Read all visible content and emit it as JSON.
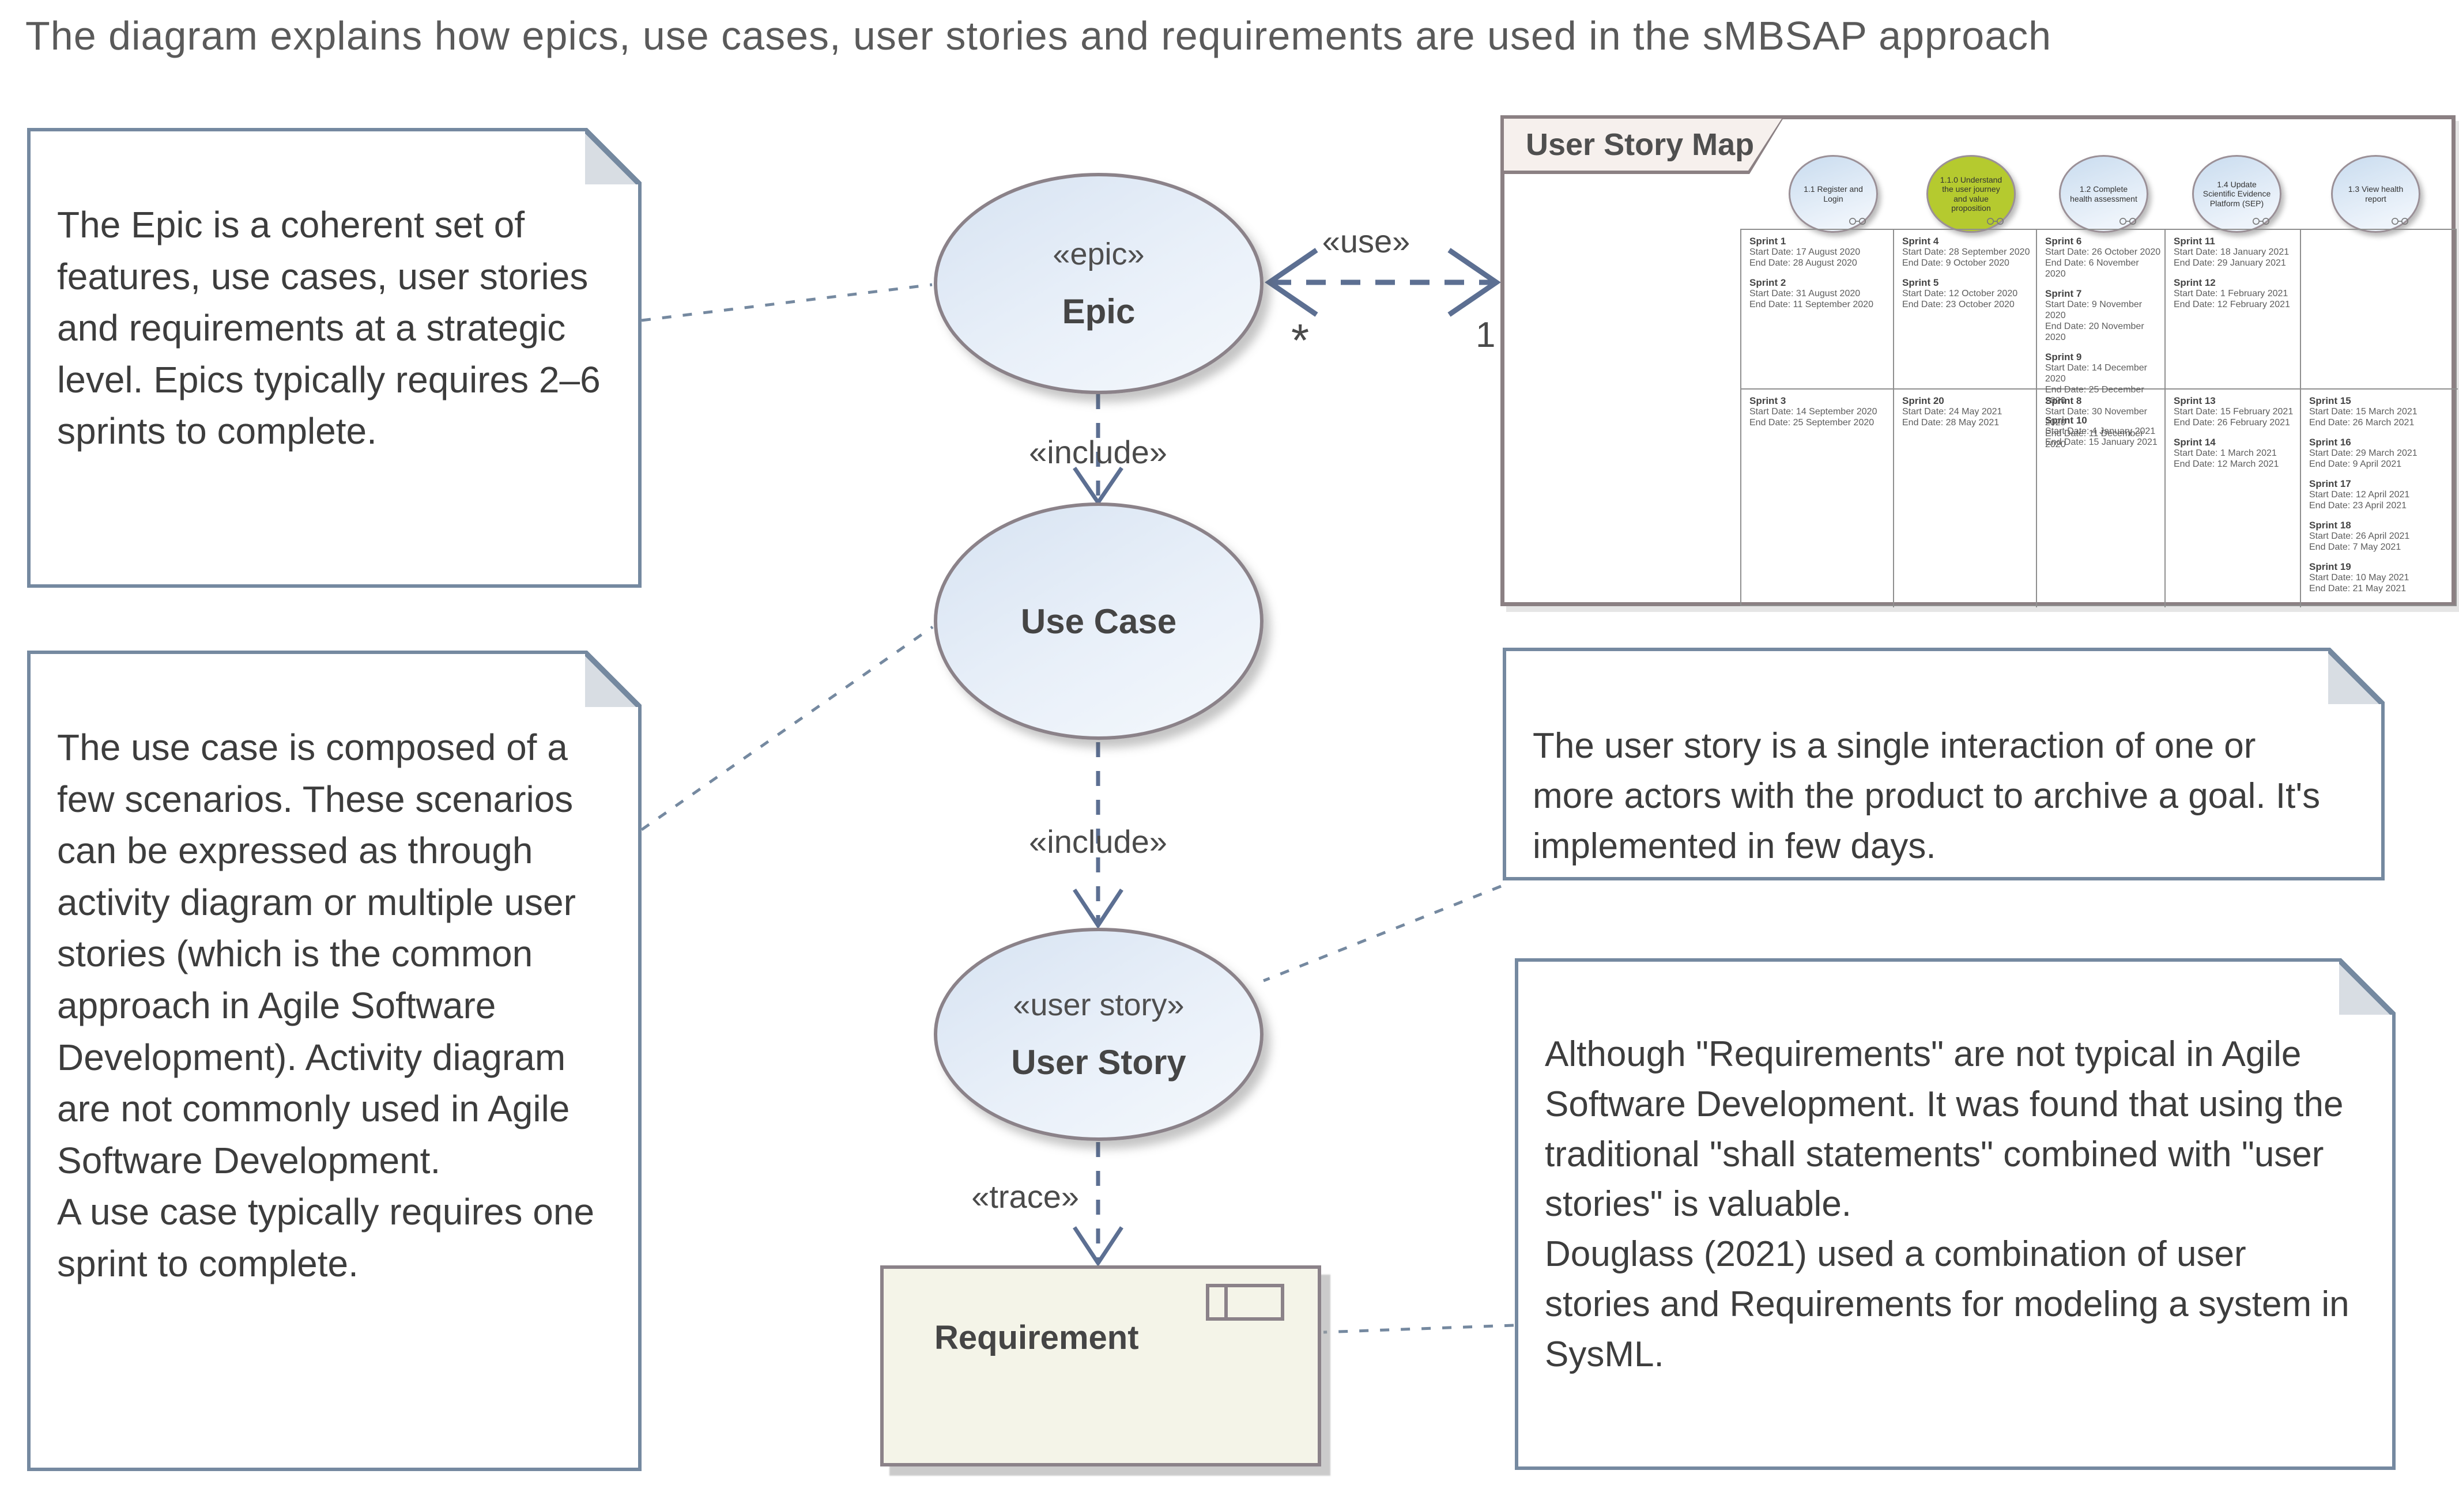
{
  "title": "The diagram explains how epics, use cases, user stories and requirements are used in the sMBSAP approach",
  "notes": {
    "epic": {
      "text": "The Epic is a coherent set of features, use cases, user stories and requirements at a strategic level. Epics typically requires 2–6 sprints to complete."
    },
    "use_case": {
      "text": "The use case is composed of a few scenarios. These scenarios can be expressed as through activity diagram or multiple user stories (which is the common approach in Agile Software Development). Activity diagram are not commonly used in Agile Software Development.\nA use case typically requires one sprint to complete."
    },
    "user_story": {
      "text": "The user story is a single interaction of one or more actors with the product to archive a goal. It's implemented in few days."
    },
    "requirement": {
      "text": "Although \"Requirements\" are not typical in Agile Software Development. It was found that using the traditional \"shall statements\" combined with \"user stories\" is valuable.\nDouglass (2021) used a combination of user stories and Requirements for modeling a system in SysML."
    }
  },
  "nodes": {
    "epic": {
      "stereotype": "«epic»",
      "name": "Epic"
    },
    "use_case": {
      "name": "Use Case"
    },
    "user_story": {
      "stereotype": "«user story»",
      "name": "User Story"
    },
    "requirement": {
      "name": "Requirement"
    }
  },
  "connectors": {
    "use": {
      "label": "«use»",
      "source_multiplicity": "*",
      "target_multiplicity": "1"
    },
    "include1": {
      "label": "«include»"
    },
    "include2": {
      "label": "«include»"
    },
    "trace": {
      "label": "«trace»"
    }
  },
  "user_story_map": {
    "title": "User Story Map",
    "stories": [
      {
        "label": "1.1 Register and Login",
        "color": "blue"
      },
      {
        "label": "1.1.0 Understand the user journey and value proposition",
        "color": "green"
      },
      {
        "label": "1.2 Complete health assessment",
        "color": "blue"
      },
      {
        "label": "1.4 Update Scientific Evidence Platform (SEP)",
        "color": "blue"
      },
      {
        "label": "1.3 View health report",
        "color": "blue"
      }
    ],
    "columns": [
      {
        "top": [
          {
            "name": "Sprint 1",
            "start": "Start Date: 17 August 2020",
            "end": "End Date: 28 August 2020"
          },
          {
            "name": "Sprint 2",
            "start": "Start Date: 31 August 2020",
            "end": "End Date: 11 September 2020"
          }
        ],
        "bottom": [
          {
            "name": "Sprint 3",
            "start": "Start Date: 14 September 2020",
            "end": "End Date: 25 September 2020"
          }
        ]
      },
      {
        "top": [
          {
            "name": "Sprint 4",
            "start": "Start Date: 28 September 2020",
            "end": "End Date: 9 October 2020"
          },
          {
            "name": "Sprint 5",
            "start": "Start Date: 12 October 2020",
            "end": "End Date: 23 October 2020"
          }
        ],
        "bottom": [
          {
            "name": "Sprint 20",
            "start": "Start Date: 24 May 2021",
            "end": "End Date: 28 May 2021"
          }
        ]
      },
      {
        "top": [
          {
            "name": "Sprint 6",
            "start": "Start Date: 26 October 2020",
            "end": "End Date: 6 November 2020"
          },
          {
            "name": "Sprint 7",
            "start": "Start Date: 9 November 2020",
            "end": "End Date: 20 November 2020"
          },
          {
            "name": "Sprint 9",
            "start": "Start Date: 14 December 2020",
            "end": "End Date: 25 December 2020"
          },
          {
            "name": "Sprint 10",
            "start": "Start Date: 4 January 2021",
            "end": "End Date: 15 January 2021"
          }
        ],
        "bottom": [
          {
            "name": "Sprint 8",
            "start": "Start Date: 30 November 2020",
            "end": "End Date: 11 December 2020"
          }
        ]
      },
      {
        "top": [
          {
            "name": "Sprint 11",
            "start": "Start Date: 18 January 2021",
            "end": "End Date: 29 January 2021"
          },
          {
            "name": "Sprint 12",
            "start": "Start Date: 1 February 2021",
            "end": "End Date: 12 February 2021"
          }
        ],
        "bottom": [
          {
            "name": "Sprint 13",
            "start": "Start Date: 15 February 2021",
            "end": "End Date: 26 February 2021"
          },
          {
            "name": "Sprint 14",
            "start": "Start Date: 1 March 2021",
            "end": "End Date: 12 March 2021"
          }
        ]
      },
      {
        "top": [],
        "bottom": [
          {
            "name": "Sprint 15",
            "start": "Start Date: 15 March 2021",
            "end": "End Date: 26 March 2021"
          },
          {
            "name": "Sprint 16",
            "start": "Start Date: 29 March 2021",
            "end": "End Date: 9 April 2021"
          },
          {
            "name": "Sprint 17",
            "start": "Start Date: 12 April 2021",
            "end": "End Date: 23 April 2021"
          },
          {
            "name": "Sprint 18",
            "start": "Start Date: 26 April 2021",
            "end": "End Date: 7 May 2021"
          },
          {
            "name": "Sprint 19",
            "start": "Start Date: 10 May 2021",
            "end": "End Date: 21 May 2021"
          }
        ]
      }
    ]
  }
}
